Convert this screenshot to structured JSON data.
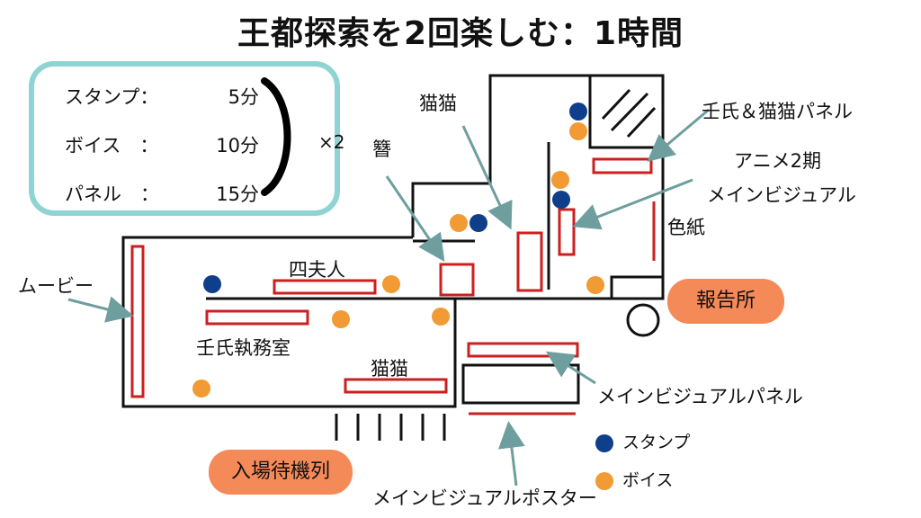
{
  "title": "王都探索を2回楽しむ：1時間",
  "colors": {
    "stamp": "#0f3e8a",
    "voice": "#f29a33",
    "panel_red": "#cc1f1f",
    "arrow": "#6e9e9e",
    "box_border": "#8fd3d3",
    "pill": "#f58a59"
  },
  "time_box": {
    "rows": [
      {
        "name": "スタンプ：",
        "time": "5分"
      },
      {
        "name": "ボイス　：",
        "time": "10分"
      },
      {
        "name": "パネル　：",
        "time": "15分"
      }
    ],
    "multiplier": "×2"
  },
  "labels": {
    "movie": "ムービー",
    "kanzashi": "簪",
    "maomao_top": "猫猫",
    "jinshi_maomao_panel": "壬氏＆猫猫パネル",
    "anime_s2_line1": "アニメ2期",
    "anime_s2_line2": "メインビジュアル",
    "shikishi": "色紙",
    "shifujin": "四夫人",
    "jinshi_office": "壬氏執務室",
    "maomao_bottom": "猫猫",
    "report_desk": "報告所",
    "main_visual_panel": "メインビジュアルパネル",
    "main_visual_poster": "メインビジュアルポスター",
    "queue": "入場待機列"
  },
  "legend": {
    "stamp": "スタンプ",
    "voice": "ボイス"
  }
}
